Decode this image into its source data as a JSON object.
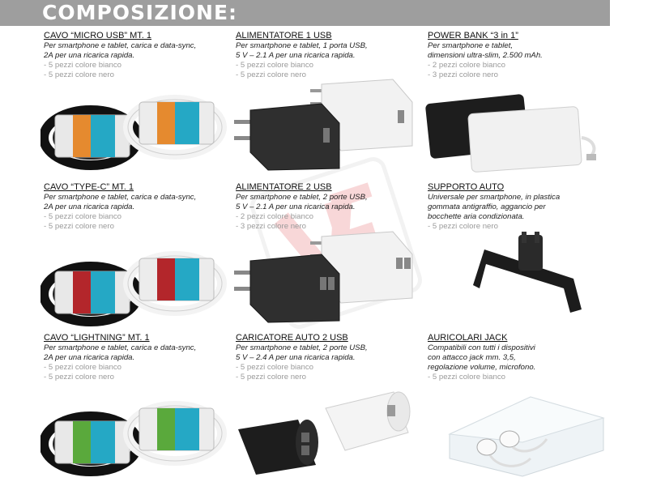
{
  "header": {
    "title": "COMPOSIZIONE:"
  },
  "products": [
    {
      "title": "CAVO “MICRO USB” MT. 1",
      "desc": [
        "Per smartphone e tablet, carica e data-sync,",
        "2A per una ricarica rapida."
      ],
      "variants": [
        "- 5 pezzi colore bianco",
        "- 5 pezzi colore nero"
      ],
      "image": "cable-bundles-orange-band"
    },
    {
      "title": "ALIMENTATORE 1 USB",
      "desc": [
        "Per smartphone e tablet, 1 porta USB,",
        "5 V – 2.1 A per una ricarica rapida."
      ],
      "variants": [
        "- 5 pezzi colore bianco",
        "- 5 pezzi colore nero"
      ],
      "image": "wall-charger-1-usb"
    },
    {
      "title": "POWER BANK “3 in 1”",
      "desc": [
        "Per smartphone e tablet,",
        "dimensioni ultra-slim, 2.500 mAh."
      ],
      "variants": [
        "- 2 pezzi colore bianco",
        "- 3 pezzi colore nero"
      ],
      "image": "slim-power-banks"
    },
    {
      "title": "CAVO “TYPE-C” MT. 1",
      "desc": [
        "Per smartphone e tablet, carica e data-sync,",
        "2A per una ricarica rapida."
      ],
      "variants": [
        "- 5 pezzi colore bianco",
        "- 5 pezzi colore nero"
      ],
      "image": "cable-bundles-red-band"
    },
    {
      "title": "ALIMENTATORE 2 USB",
      "desc": [
        "Per smartphone e tablet, 2 porte USB,",
        "5 V – 2.1 A per una ricarica rapida."
      ],
      "variants": [
        "- 2 pezzi colore bianco",
        "- 3 pezzi colore nero"
      ],
      "image": "wall-charger-2-usb"
    },
    {
      "title": "SUPPORTO AUTO",
      "desc": [
        "Universale per smartphone, in plastica",
        "gommata antigraffio, aggancio per",
        "bocchette aria condizionata."
      ],
      "variants": [
        "- 5 pezzi colore nero"
      ],
      "image": "car-vent-holder"
    },
    {
      "title": "CAVO “LIGHTNING” MT. 1",
      "desc": [
        "Per smartphone e tablet, carica e data-sync,",
        "2A per una ricarica rapida."
      ],
      "variants": [
        "- 5 pezzi colore bianco",
        "- 5 pezzi colore nero"
      ],
      "image": "cable-bundles-green-band"
    },
    {
      "title": "CARICATORE AUTO 2 USB",
      "desc": [
        "Per smartphone e tablet, 2 porte USB,",
        "5 V – 2.4 A per una ricarica rapida."
      ],
      "variants": [
        "- 5 pezzi colore bianco",
        "- 5 pezzi colore nero"
      ],
      "image": "car-charger-2-usb"
    },
    {
      "title": "AURICOLARI JACK",
      "desc": [
        "Compatibili con tutti i dispositivi",
        "con attacco jack mm. 3,5,",
        "regolazione volume, microfono."
      ],
      "variants": [
        "- 5 pezzi colore bianco"
      ],
      "image": "earphones-in-case"
    }
  ],
  "colors": {
    "header_bg": "#9e9e9e",
    "header_text": "#ffffff",
    "variant_text": "#9a9a9a",
    "watermark": "#d9262c"
  }
}
